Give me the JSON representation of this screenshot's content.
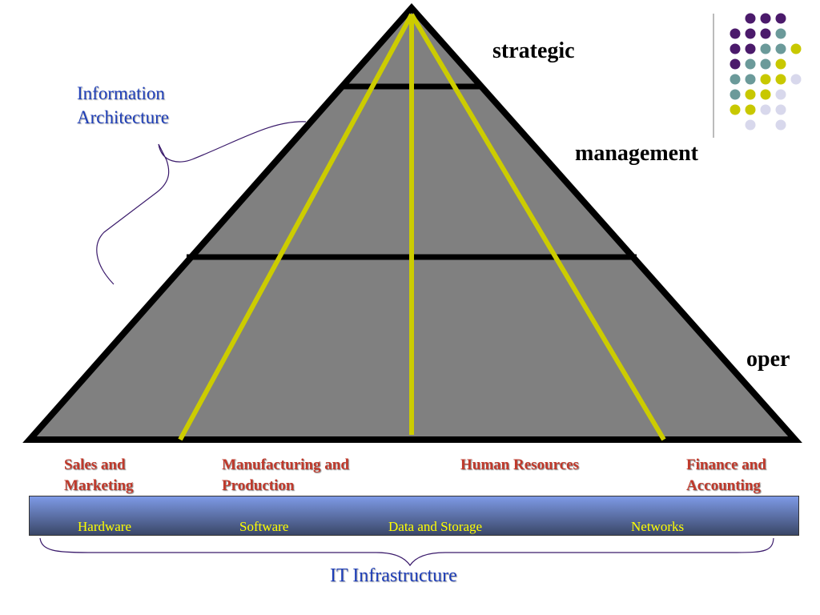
{
  "levels": {
    "strategic": "strategic",
    "management": "management",
    "operational": "oper"
  },
  "architecture": {
    "line1": "Information",
    "line2": "Architecture"
  },
  "departments": [
    {
      "line1": "Sales and",
      "line2": "Marketing"
    },
    {
      "line1": "Manufacturing and",
      "line2": "Production"
    },
    {
      "line1": "Human Resources",
      "line2": ""
    },
    {
      "line1": "Finance  and",
      "line2": "Accounting"
    }
  ],
  "infrastructure": {
    "items": [
      "Hardware",
      "Software",
      "Data and Storage",
      "Networks"
    ],
    "title": "IT Infrastructure"
  },
  "colors": {
    "pyramid_fill": "#808080",
    "divider_lines": "#cccc00",
    "department_text": "#c0392b",
    "infra_text": "#ffff00",
    "title_blue": "#1f3fb8",
    "dot_purple": "#4b1a6b",
    "dot_teal": "#6b9a9a",
    "dot_yellow": "#c8c800",
    "dot_lilac": "#d8d8ec"
  }
}
